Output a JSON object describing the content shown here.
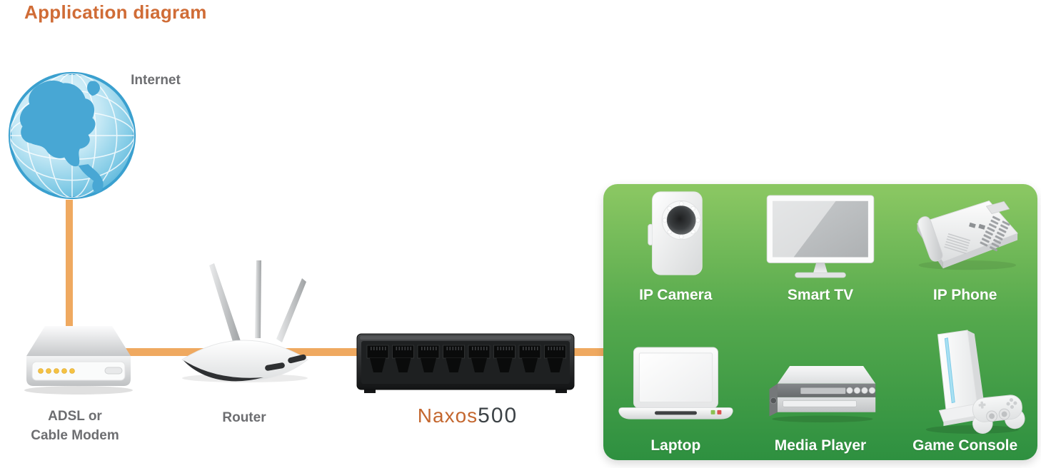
{
  "title": "Application diagram",
  "diagram": {
    "internet_label": "Internet",
    "modem_label_line1": "ADSL or",
    "modem_label_line2": "Cable Modem",
    "router_label": "Router",
    "switch_brand": "Naxos",
    "switch_model": "500"
  },
  "panel": {
    "devices": [
      {
        "label": "IP Camera"
      },
      {
        "label": "Smart TV"
      },
      {
        "label": "IP Phone"
      },
      {
        "label": "Laptop"
      },
      {
        "label": "Media Player"
      },
      {
        "label": "Game Console"
      }
    ]
  },
  "icons": {
    "internet": "globe-icon",
    "modem": "modem-icon",
    "router": "router-icon",
    "switch": "network-switch-icon",
    "devices": [
      "ip-camera-icon",
      "smart-tv-icon",
      "ip-phone-icon",
      "laptop-icon",
      "media-player-icon",
      "game-console-icon"
    ]
  },
  "colors": {
    "title_orange": "#D06C36",
    "cable_orange": "#EFA960",
    "label_gray": "#6D6E71",
    "panel_green_top": "#8CC863",
    "panel_green_bottom": "#2E9040",
    "device_label_white": "#FFFFFF",
    "switch_brand_orange": "#C4672F",
    "switch_model_gray": "#3C4246",
    "globe_blue": "#48A7D4"
  }
}
